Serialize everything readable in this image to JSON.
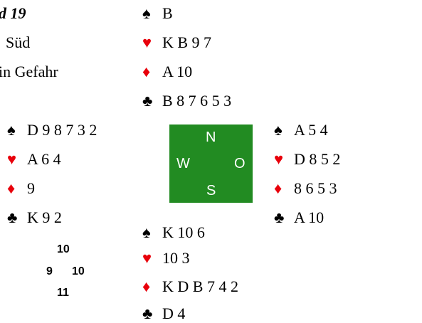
{
  "header": {
    "board": "d 19",
    "dealer": "Süd",
    "vulnerability": "in Gefahr"
  },
  "north": {
    "spades": "B",
    "hearts": "K B 9 7",
    "diamonds": "A 10",
    "clubs": "B 8 7 6 5 3"
  },
  "west": {
    "spades": "D 9 8 7 3 2",
    "hearts": "A 6 4",
    "diamonds": "9",
    "clubs": "K 9 2"
  },
  "east": {
    "spades": "A 5 4",
    "hearts": "D 8 5 2",
    "diamonds": "8 6 5 3",
    "clubs": "A 10"
  },
  "south": {
    "spades": "K 10 6",
    "hearts": "10 3",
    "diamonds": "K D B 7 4 2",
    "clubs": "D 4"
  },
  "compass": {
    "north": "N",
    "west": "W",
    "east": "O",
    "south": "S",
    "color": "#228b22"
  },
  "hcp": {
    "north": "10",
    "west": "9",
    "east": "10",
    "south": "11"
  },
  "suit_symbols": {
    "spades": "♠",
    "hearts": "♥",
    "diamonds": "♦",
    "clubs": "♣"
  },
  "colors": {
    "red": "#e8000b",
    "black": "#000000"
  }
}
